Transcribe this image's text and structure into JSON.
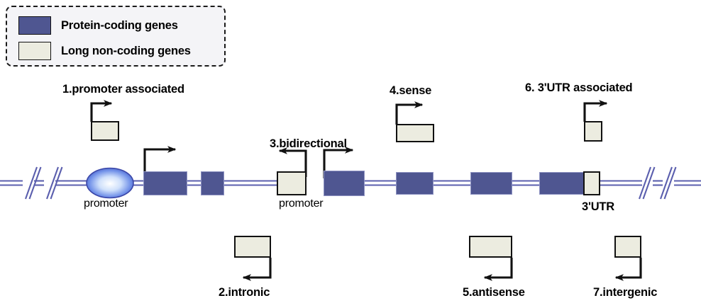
{
  "figure": {
    "kind": "gene-annotation-diagram",
    "title_visible": false
  },
  "colors": {
    "protein_coding": "#4f5691",
    "long_non_coding": "#ecece0",
    "dna_strand": "#5b5fae",
    "outline": "#111111",
    "legend_fill": "#f4f4f7",
    "promoter_oval_edge": "#3a46a8",
    "promoter_oval_center": "#ffffff"
  },
  "legend": {
    "items": [
      {
        "swatch": "protein-coding-swatch",
        "label": "Protein-coding genes",
        "color": "#4f5691"
      },
      {
        "swatch": "long-non-coding-swatch",
        "label": "Long non-coding genes",
        "color": "#ecece0"
      }
    ]
  },
  "annotations": {
    "promoter_left": "promoter",
    "promoter_middle": "promoter",
    "utr": "3'UTR"
  },
  "categories": [
    {
      "id": 1,
      "label": "1.promoter associated",
      "direction": "right",
      "position": "above",
      "box_type": "long-non-coding"
    },
    {
      "id": 2,
      "label": "2.intronic",
      "direction": "left",
      "position": "below",
      "box_type": "long-non-coding"
    },
    {
      "id": 3,
      "label": "3.bidirectional",
      "direction": "bidirectional",
      "position": "inline",
      "box_type": "long-non-coding"
    },
    {
      "id": 4,
      "label": "4.sense",
      "direction": "right",
      "position": "above",
      "box_type": "long-non-coding"
    },
    {
      "id": 5,
      "label": "5.antisense",
      "direction": "left",
      "position": "below",
      "box_type": "long-non-coding"
    },
    {
      "id": 6,
      "label": "6. 3'UTR associated",
      "direction": "right",
      "position": "above",
      "box_type": "long-non-coding"
    },
    {
      "id": 7,
      "label": "7.intergenic",
      "direction": "left",
      "position": "below",
      "box_type": "long-non-coding"
    }
  ],
  "gene_model": {
    "left_gene": {
      "promoter_shape": "oval",
      "exons": 2,
      "transcription_start_arrow": "right"
    },
    "right_gene": {
      "exons": 4,
      "transcription_start_arrow": "right",
      "three_prime_utr": true
    },
    "strand_breaks": 2
  }
}
